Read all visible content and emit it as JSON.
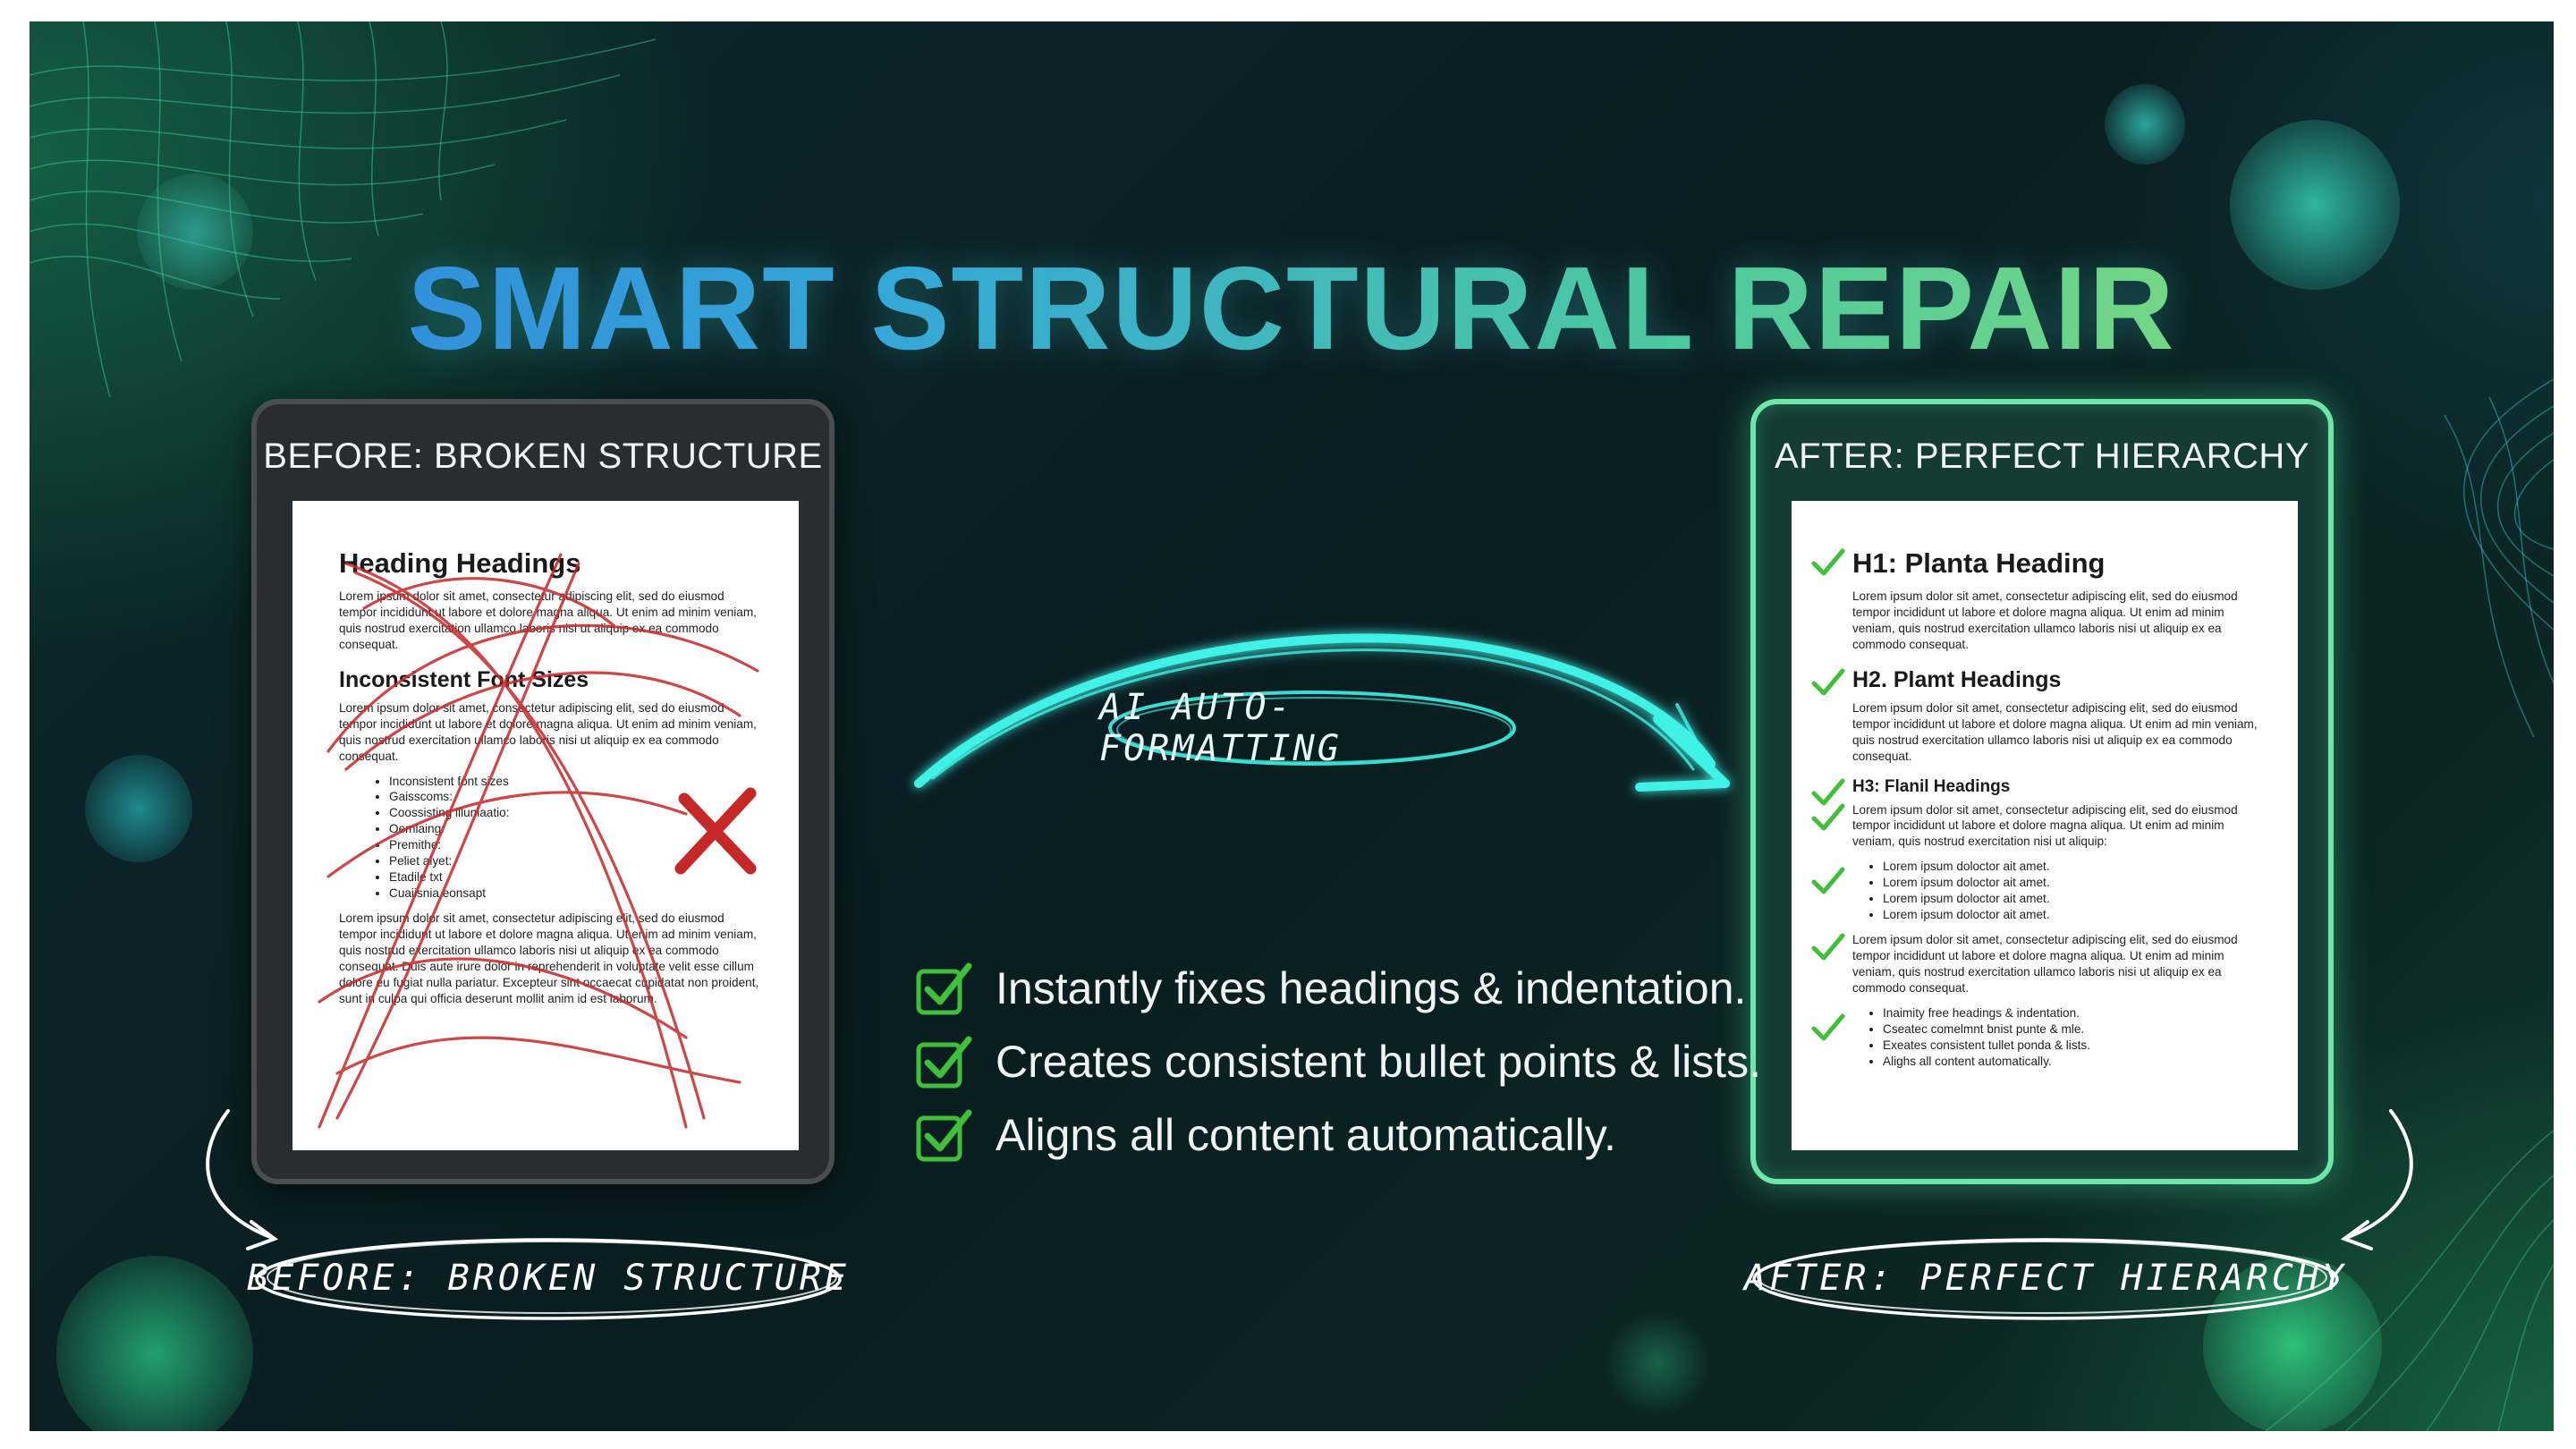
{
  "title": "SMART STRUCTURAL REPAIR",
  "before_panel": {
    "header": "BEFORE: BROKEN STRUCTURE",
    "doc": {
      "heading1": "Heading Headings",
      "para1": "Lorem ipsum dolor sit amet, consectetur adipiscing elit, sed do eiusmod tempor incididunt ut labore et dolore magna aliqua. Ut enim ad minim veniam, quis nostrud exercitation ullamco laboris nisi ut aliquip ex ea commodo consequat.",
      "heading2": "Inconsistent Font Sizes",
      "para2": "Lorem ipsum dolor sit amet, consectetur adipiscing elit, sed do eiusmod tempor incididunt ut labore et dolore magna aliqua. Ut enim ad minim veniam, quis nostrud exercitation ullamco laboris nisi ut aliquip ex ea commodo consequat.",
      "list": [
        "Inconsistent font sizes",
        "Gaisscoms:",
        "Coossisting illuniaatio:",
        "Oemlaing:",
        "Premithe:",
        "Peliet alyet:",
        "Etadile txt",
        "Cuaiisnia eonsapt"
      ],
      "para3": "Lorem ipsum dolor sit amet, consectetur adipiscing elit, sed do eiusmod tempor incididunt ut labore et dolore magna aliqua. Ut enim ad minim veniam, quis nostrud exercitation ullamco laboris nisi ut aliquip ex ea commodo consequat. Duis aute irure dolor in reprehenderit in voluptate velit esse cillum dolore eu fugiat nulla pariatur. Excepteur sint occaecat cupidatat non proident, sunt in culpa qui officia deserunt mollit anim id est laborum."
    },
    "bottom_label": "BEFORE: BROKEN STRUCTURE"
  },
  "after_panel": {
    "header": "AFTER: PERFECT HIERARCHY",
    "doc": {
      "h1": "H1: Planta Heading",
      "para1": "Lorem ipsum dolor sit amet, consectetur adipiscing elit, sed do eiusmod tempor incididunt ut labore et dolore magna aliqua. Ut enim ad minim veniam, quis nostrud exercitation ullamco laboris nisi ut aliquip ex ea commodo consequat.",
      "h2": "H2. Plamt Headings",
      "para2": "Lorem ipsum dolor sit amet, consectetur adipiscing elit, sed do eiusmod tempor incididunt ut labore et dolore magna aliqua. Ut enim ad min veniam, quis nostrud exercitation ullamco laboris nisi ut aliquip ex ea commodo consequat.",
      "h3": "H3: Flanil Headings",
      "para3": "Lorem ipsum dolor sit amet, consectetur adipiscing elit, sed do eiusmod tempor incididunt ut labore et dolore magna aliqua. Ut enim ad minim veniam, quis nostrud exercitation nisi ut aliquip:",
      "list1": [
        "Lorem ipsum doloctor ait amet.",
        "Lorem ipsum doloctor ait amet.",
        "Lorem ipsum doloctor ait amet.",
        "Lorem ipsum doloctor ait amet."
      ],
      "para4": "Lorem ipsum dolor sit amet, consectetur adipiscing elit, sed do eiusmod tempor incididunt ut labore et dolore magna aliqua. Ut enim ad minim veniam, quis nostrud exercitation ullamco laboris nisi ut aliquip ex ea commodo consequat.",
      "list2": [
        "Inaimity free headings & indentation.",
        "Cseatec comelmnt bnist punte & mle.",
        "Exeates consistent tullet ponda & lists.",
        "Alighs all content automatically."
      ]
    },
    "bottom_label": "AFTER: PERFECT HIERARCHY"
  },
  "arrow_label": "AI AUTO-FORMATTING",
  "benefits": [
    "Instantly fixes headings & indentation.",
    "Creates consistent bullet points & lists.",
    "Aligns all content automatically."
  ],
  "colors": {
    "title_gradient": [
      "#2f7fe0",
      "#35a8d6",
      "#4cc9a0",
      "#8fe070"
    ],
    "glow_cyan": "#3ff2e6",
    "check_green": "#3fbf3a",
    "scribble_red": "#c62828",
    "after_border": "#6ee6a8"
  },
  "icons": {
    "check": "check-icon",
    "checkbox": "checkbox-check-icon",
    "cross": "red-x-icon",
    "arrow": "curved-arrow-icon"
  }
}
